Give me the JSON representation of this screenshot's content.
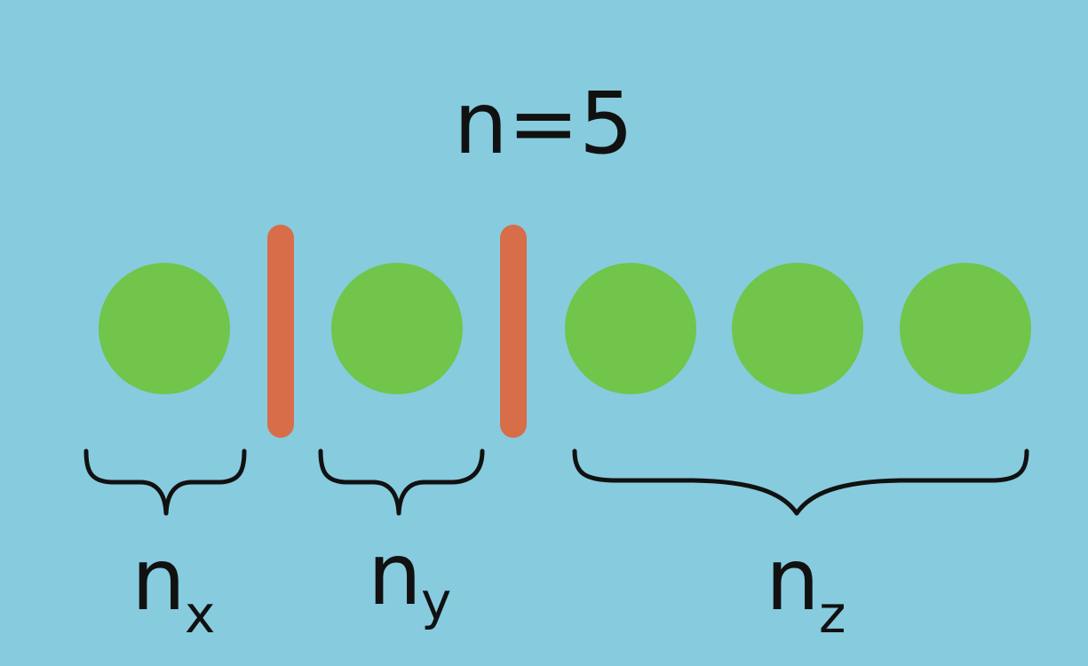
{
  "title": "n=5",
  "colors": {
    "background": "#87cbde",
    "ball": "#70c54a",
    "divider": "#d86d4a",
    "ink": "#111111"
  },
  "balls_total": 5,
  "groups": [
    {
      "base": "n",
      "subscript": "x",
      "count": 1
    },
    {
      "base": "n",
      "subscript": "y",
      "count": 1
    },
    {
      "base": "n",
      "subscript": "z",
      "count": 3
    }
  ],
  "dividers": 2
}
